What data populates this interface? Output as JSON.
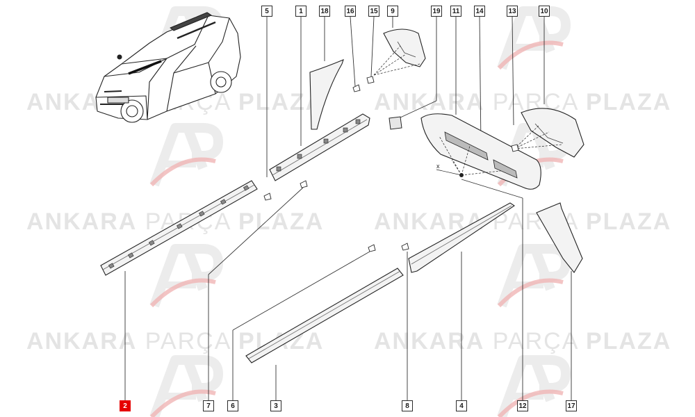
{
  "watermark": {
    "brand_bold": "ANKARA",
    "brand_light": "PARÇA",
    "brand_bold2": "PLAZA",
    "accent_color": "#e8a0a0",
    "text_color": "#e4e4e4"
  },
  "selected_color": "#e60000",
  "callouts": {
    "c1": "1",
    "c2": "2",
    "c3": "3",
    "c4": "4",
    "c5": "5",
    "c6": "6",
    "c7": "7",
    "c8": "8",
    "c9": "9",
    "c10": "10",
    "c11": "11",
    "c12": "12",
    "c13": "13",
    "c14": "14",
    "c15": "15",
    "c16": "16",
    "c17": "17",
    "c18": "18",
    "c19": "19"
  },
  "selected_part": "2",
  "small_label_x": "x"
}
